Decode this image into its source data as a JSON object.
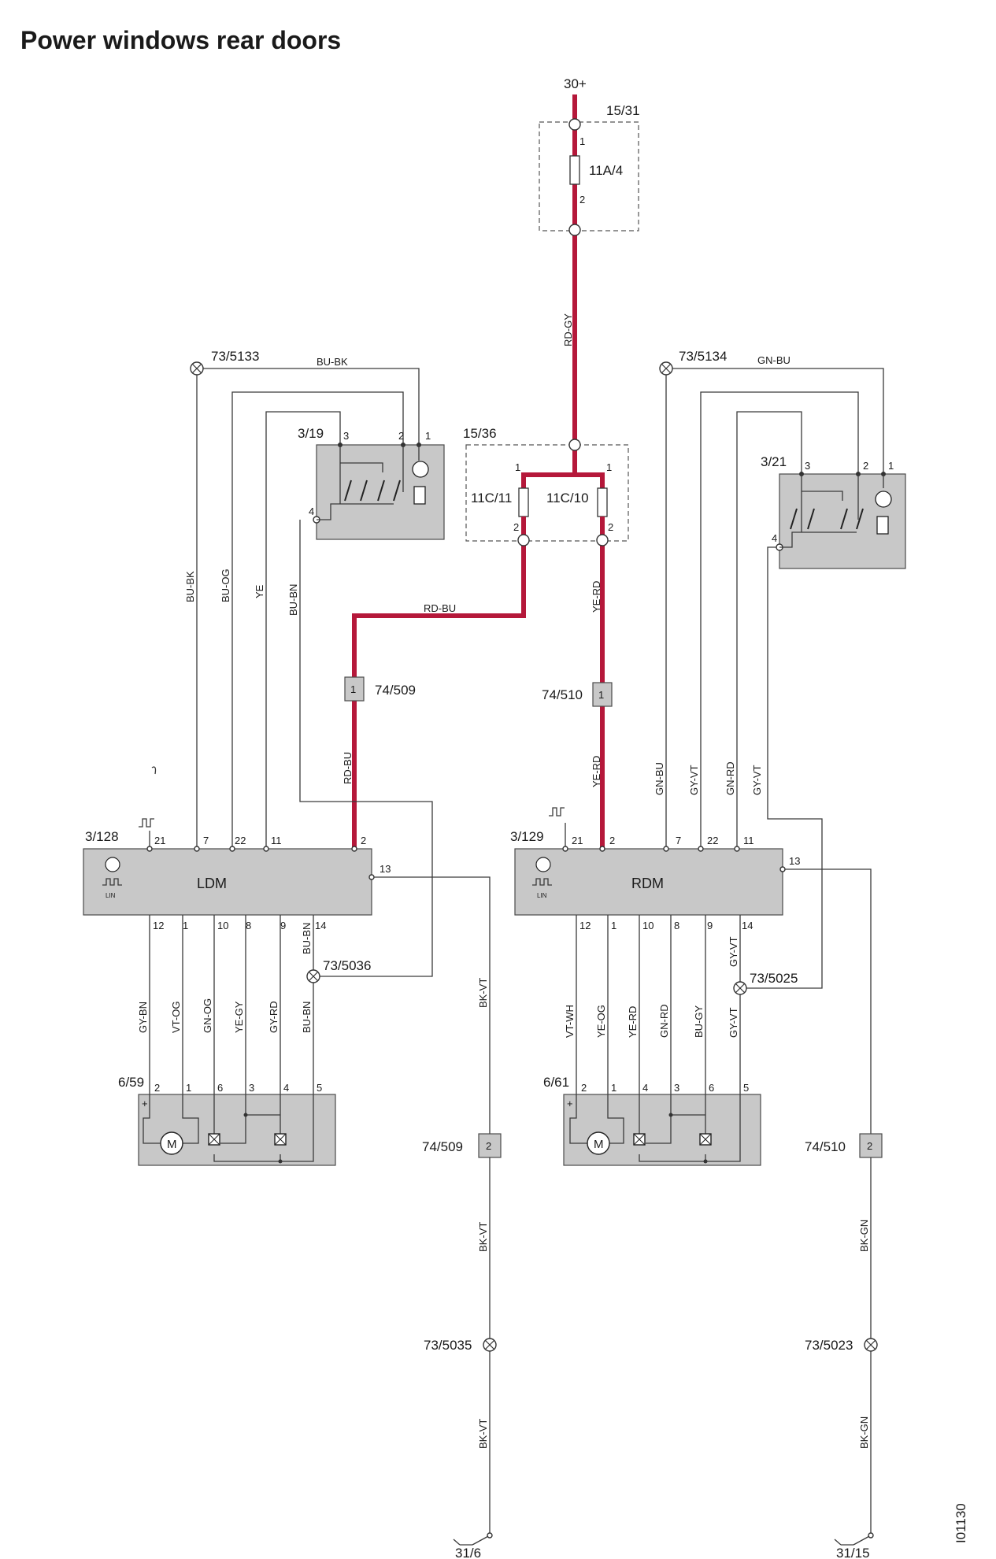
{
  "title": "Power windows rear doors",
  "supply": "30+",
  "fuse_boxes": {
    "main": {
      "id": "15/31",
      "fuse": "11A/4",
      "pins": [
        "1",
        "2"
      ]
    },
    "door": {
      "id": "15/36",
      "fuse_left": "11C/11",
      "fuse_right": "11C/10",
      "pins": [
        "1",
        "2",
        "1",
        "2"
      ]
    }
  },
  "wires": {
    "supply_main": "RD-GY",
    "supply_left": "RD-BU",
    "supply_right": "YE-RD",
    "bu_bk": "BU-BK",
    "bu_og": "BU-OG",
    "ye": "YE",
    "bu_bn": "BU-BN",
    "gn_bu": "GN-BU",
    "gy_vt": "GY-VT",
    "gn_rd": "GN-RD",
    "bk_vt": "BK-VT",
    "bk_gn": "BK-GN",
    "gy_bn": "GY-BN",
    "vt_og": "VT-OG",
    "gn_og": "GN-OG",
    "ye_gy": "YE-GY",
    "gy_rd": "GY-RD",
    "vt_wh": "VT-WH",
    "ye_og": "YE-OG",
    "bu_gy": "BU-GY"
  },
  "splices": {
    "s5133": "73/5133",
    "s5134": "73/5134",
    "s5036": "73/5036",
    "s5025": "73/5025",
    "s5035": "73/5035",
    "s5023": "73/5023"
  },
  "connectors": {
    "c509": "74/509",
    "c510": "74/510",
    "pin1": "1",
    "pin2": "2"
  },
  "switches": {
    "left": {
      "id": "3/19",
      "pins": [
        "3",
        "2",
        "1",
        "4"
      ]
    },
    "right": {
      "id": "3/21",
      "pins": [
        "3",
        "2",
        "1",
        "4"
      ]
    }
  },
  "modules": {
    "ldm": {
      "id": "3/128",
      "name": "LDM",
      "lin": "LIN",
      "top_pins": [
        "21",
        "7",
        "22",
        "11",
        "2"
      ],
      "side_pin": "13",
      "bottom_pins": [
        "12",
        "1",
        "10",
        "8",
        "9",
        "14"
      ]
    },
    "rdm": {
      "id": "3/129",
      "name": "RDM",
      "lin": "LIN",
      "top_pins": [
        "21",
        "2",
        "7",
        "22",
        "11"
      ],
      "side_pin": "13",
      "bottom_pins": [
        "12",
        "1",
        "10",
        "8",
        "9",
        "14"
      ]
    }
  },
  "motors": {
    "left": {
      "id": "6/59",
      "symbol": "M",
      "plus": "+",
      "pins": [
        "2",
        "1",
        "6",
        "3",
        "4",
        "5"
      ]
    },
    "right": {
      "id": "6/61",
      "symbol": "M",
      "plus": "+",
      "pins": [
        "2",
        "1",
        "4",
        "3",
        "6",
        "5"
      ]
    }
  },
  "grounds": {
    "left": "31/6",
    "right": "31/15"
  },
  "figure_id": "I01130",
  "colors": {
    "power_wire": "#b5183a",
    "component_fill": "#c8c8c8",
    "wire": "#3a3a3a"
  }
}
